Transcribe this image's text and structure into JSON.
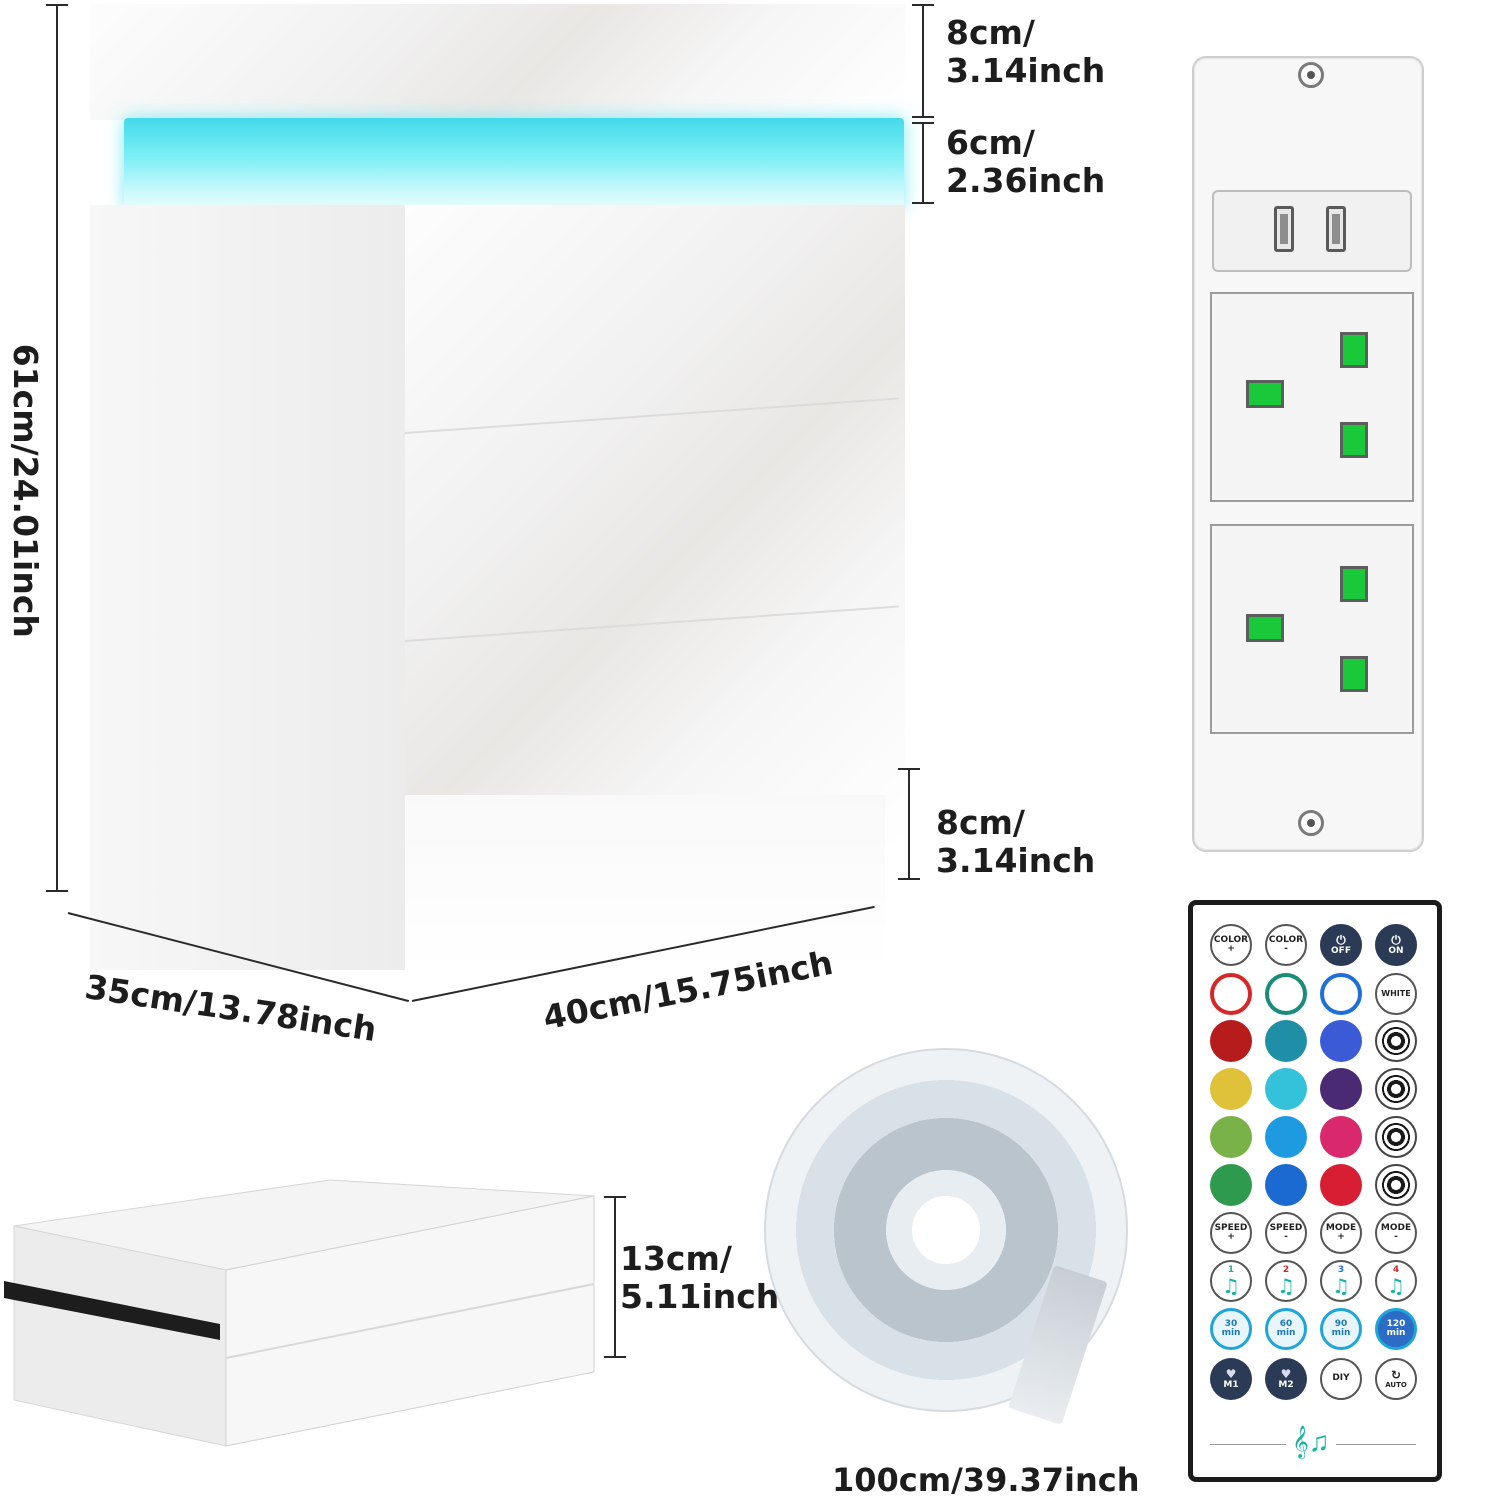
{
  "dimensions": {
    "top_height": "8cm/\n3.14inch",
    "top_height_line1": "8cm/",
    "top_height_line2": "3.14inch",
    "light_gap_line1": "6cm/",
    "light_gap_line2": "2.36inch",
    "total_height": "61cm/24.01inch",
    "base_height_line1": "8cm/",
    "base_height_line2": "3.14inch",
    "depth": "35cm/13.78inch",
    "width": "40cm/15.75inch",
    "drawer_height_line1": "13cm/",
    "drawer_height_line2": "5.11inch",
    "strip_length": "100cm/39.37inch"
  },
  "colors": {
    "led_glow": "#5fe6f0",
    "socket_pin": "#19c93a",
    "remote_border": "#1b1b1b"
  },
  "remote": {
    "row1": [
      {
        "line1": "COLOR",
        "line2": "+"
      },
      {
        "line1": "COLOR",
        "line2": "-"
      },
      {
        "line1": "OFF",
        "line2": ""
      },
      {
        "line1": "ON",
        "line2": ""
      }
    ],
    "white_label": "WHITE",
    "color_buttons": [
      [
        "#d62828",
        "#1a8c7a",
        "#1e6fd9"
      ],
      [
        "#b71c1c",
        "#1f8fa8",
        "#3b5bd6"
      ],
      [
        "#e0c13a",
        "#33c2d9",
        "#4a2a72"
      ],
      [
        "#7ab24a",
        "#1e9be0",
        "#d9286b"
      ],
      [
        "#2e9a4e",
        "#1a6ad1",
        "#d81e33"
      ]
    ],
    "ring_colors": [
      "#d62828",
      "#1a8c7a",
      "#1e6fd9"
    ],
    "speed_mode": [
      {
        "line1": "SPEED",
        "line2": "+"
      },
      {
        "line1": "SPEED",
        "line2": "-"
      },
      {
        "line1": "MODE",
        "line2": "+"
      },
      {
        "line1": "MODE",
        "line2": "-"
      }
    ],
    "music_numbers": [
      "1",
      "2",
      "3",
      "4"
    ],
    "timer_labels": [
      "30\nmin",
      "60\nmin",
      "90\nmin",
      "120\nmin"
    ],
    "timer_line1": [
      "30",
      "60",
      "90",
      "120"
    ],
    "timer_line2": [
      "min",
      "min",
      "min",
      "min"
    ],
    "memory": [
      "M1",
      "M2"
    ],
    "diy": "DIY",
    "auto": "AUTO"
  }
}
